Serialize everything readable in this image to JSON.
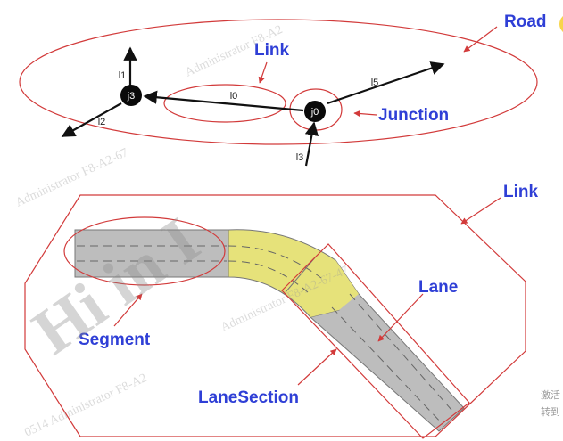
{
  "diagram": {
    "nodes": {
      "j3": "j3",
      "j0": "j0"
    },
    "edges": {
      "l0": "l0",
      "l1": "l1",
      "l2": "l2",
      "l3": "l3",
      "l5": "l5"
    },
    "callouts": {
      "road": "Road",
      "link_top": "Link",
      "junction": "Junction",
      "link_bottom": "Link",
      "lane": "Lane",
      "segment": "Segment",
      "lane_section": "LaneSection"
    }
  },
  "watermark": {
    "large": "Hi  in  I",
    "small_1": "Administrator  F8-A2",
    "small_2": "Administrator  F8-A2-67",
    "small_3": "Administrator  F8-A2-67-47",
    "small_4": "0514  Administrator  F8-A2"
  },
  "corner_text": {
    "line1": "激活",
    "line2": "转到"
  },
  "colors": {
    "outline": "#d23a3a",
    "label": "#2f3fd6",
    "road_gray": "#bdbdbd",
    "junction_yellow": "#e6e27a"
  }
}
